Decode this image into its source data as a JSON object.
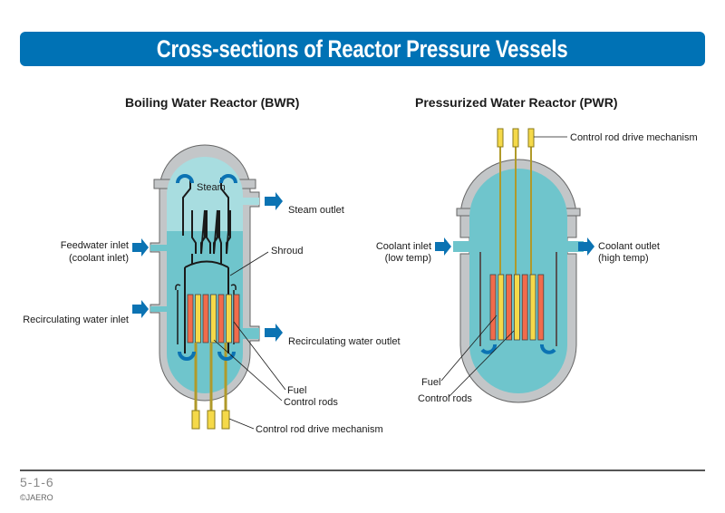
{
  "title": "Cross-sections of Reactor Pressure Vessels",
  "colors": {
    "title_bg": "#0072b5",
    "vessel_wall": "#c3c6c8",
    "water": "#6fc5cc",
    "steam": "#a8dde0",
    "fuel": "#f26b4b",
    "control_rod": "#f5d949",
    "arrow": "#0b73b3"
  },
  "bwr": {
    "heading": "Boiling Water Reactor (BWR)",
    "labels": {
      "steam": "Steam",
      "steam_outlet": "Steam outlet",
      "feedwater_inlet_1": "Feedwater inlet",
      "feedwater_inlet_2": "(coolant inlet)",
      "shroud": "Shroud",
      "recirc_inlet": "Recirculating water inlet",
      "recirc_outlet": "Recirculating water outlet",
      "fuel": "Fuel",
      "control_rods": "Control rods",
      "crdm": "Control rod drive mechanism"
    }
  },
  "pwr": {
    "heading": "Pressurized Water Reactor (PWR)",
    "labels": {
      "crdm": "Control rod drive mechanism",
      "coolant_inlet_1": "Coolant inlet",
      "coolant_inlet_2": "(low temp)",
      "coolant_outlet_1": "Coolant outlet",
      "coolant_outlet_2": "(high temp)",
      "fuel": "Fuel",
      "control_rods": "Control rods"
    }
  },
  "footer": {
    "page_number": "5-1-6",
    "copyright": "©JAERO"
  }
}
